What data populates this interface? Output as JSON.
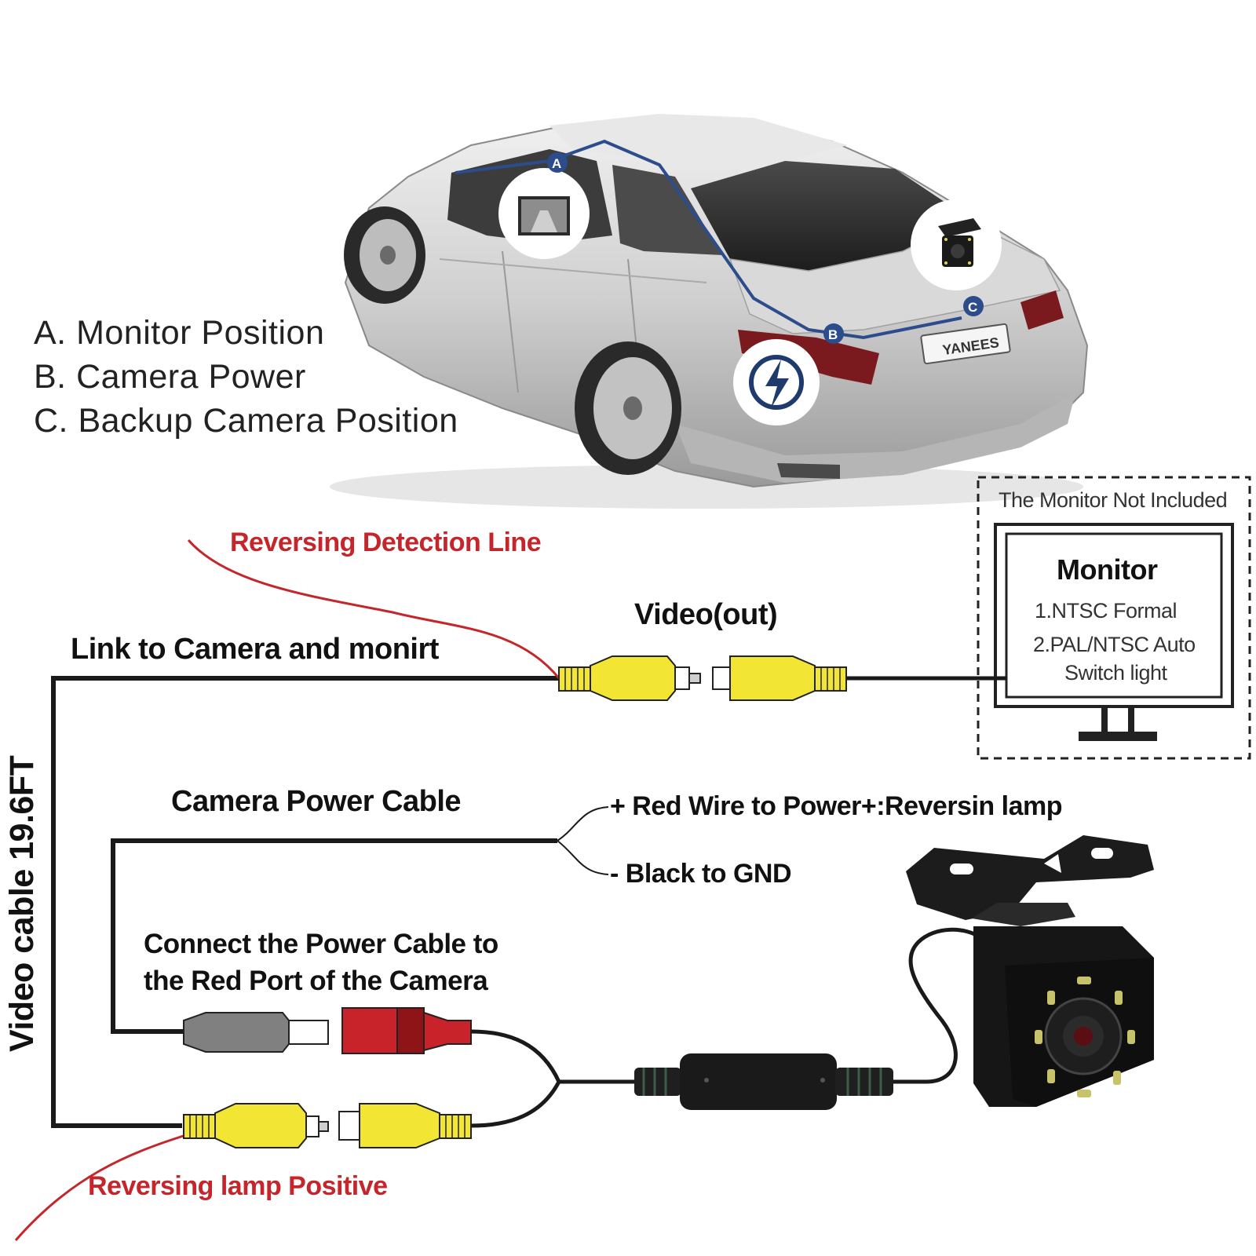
{
  "legend": {
    "a": "A. Monitor Position",
    "b": "B. Camera Power",
    "c": "C. Backup Camera Position"
  },
  "car": {
    "marker_a": "A",
    "marker_b": "B",
    "marker_c": "C",
    "plate_text": "YANEES"
  },
  "labels": {
    "reversing_detection_line": "Reversing Detection Line",
    "video_out": "Video(out)",
    "link_to_camera": "Link to Camera and monirt",
    "camera_power_cable": "Camera Power Cable",
    "red_wire": "+ Red Wire to Power+:Reversin lamp",
    "black_wire": "- Black to GND",
    "connect_power": "Connect the Power Cable to",
    "connect_power_line2": "the Red Port of the Camera",
    "reversing_lamp_positive": "Reversing lamp Positive",
    "video_cable_length": "Video cable 19.6FT"
  },
  "monitor": {
    "not_included": "The Monitor Not Included",
    "title": "Monitor",
    "line1": "1.NTSC Formal",
    "line2": "2.PAL/NTSC Auto",
    "line3": "Switch light"
  },
  "colors": {
    "wire": "#1a1a1a",
    "accent_red": "#c4262b",
    "rca_yellow": "#f2e534",
    "power_red": "#c8222a",
    "power_gray": "#808080",
    "route_blue": "#2c4c8c"
  }
}
